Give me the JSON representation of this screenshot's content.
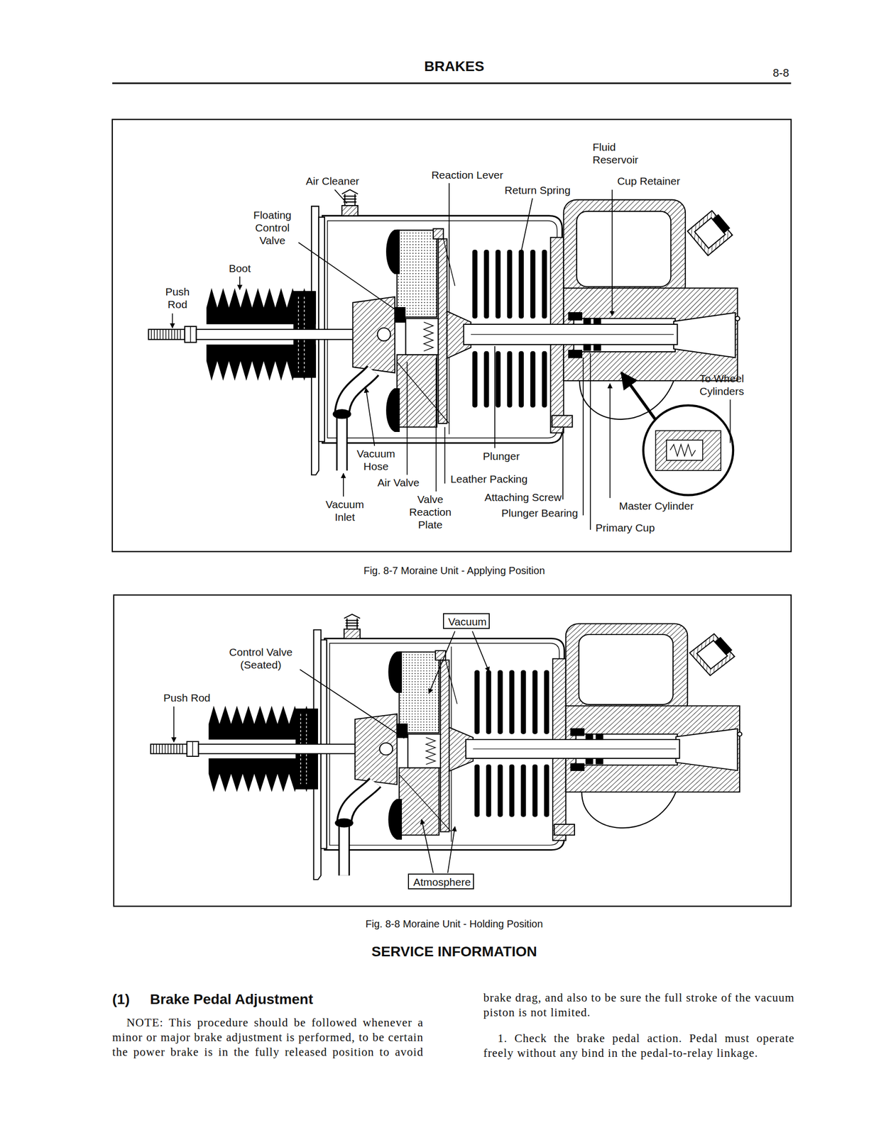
{
  "diagram": {
    "title": "BRAKES",
    "nodes": [
      {
        "text": [
          "Vacuum"
        ]
      },
      {
        "text": [
          "Atmosphere"
        ]
      }
    ],
    "labels": [
      "8-8",
      "Fluid Reservoir",
      "Air Cleaner",
      "Reaction Lever",
      "Cup Retainer",
      "Return Spring",
      "Floating Control Valve",
      "Boot",
      "Push Rod",
      "To Wheel Cylinders",
      "Vacuum Hose",
      "Plunger",
      "Leather Packing",
      "Air Valve",
      "Attaching Screw",
      "Valve Reaction Plate",
      "Vacuum Inlet",
      "Master Cylinder",
      "Plunger Bearing",
      "Primary Cup",
      "Fig. 8-7 Moraine Unit - Applying Position",
      "Control Valve (Seated)",
      "Push Rod",
      "Fig. 8-8 Moraine Unit - Holding Position",
      "SERVICE INFORMATION",
      "(1)",
      "Brake Pedal Adjustment",
      "NOTE: This procedure should be followed whenever a minor or major brake adjustment is performed, to be certain the power brake is in the fully released position to avoid brake drag, and also to be sure the full stroke of the vacuum piston is not limited.",
      "1. Check the brake pedal action. Pedal must operate freely without any bind in the pedal-to-relay linkage."
    ]
  }
}
